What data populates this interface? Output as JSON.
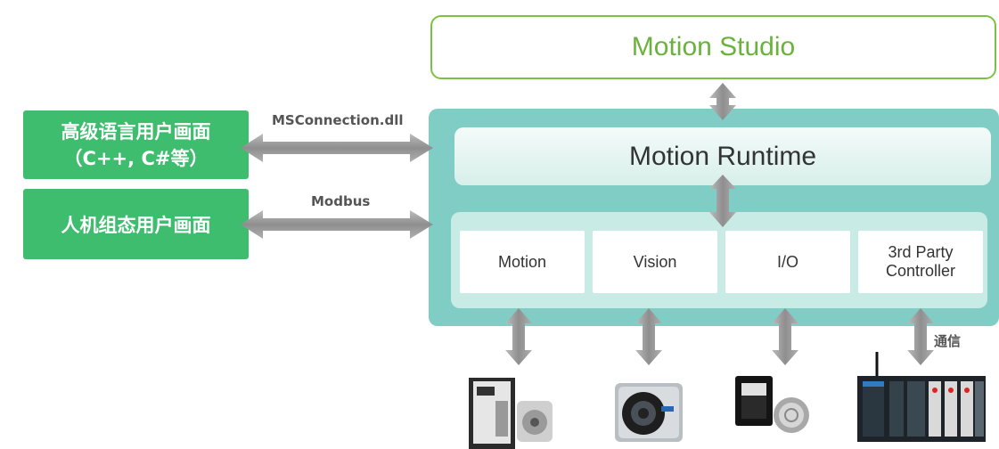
{
  "top": {
    "studio_label": "Motion Studio"
  },
  "runtime": {
    "title": "Motion Runtime",
    "modules": [
      {
        "label": "Motion"
      },
      {
        "label": "Vision"
      },
      {
        "label": "I/O"
      },
      {
        "label": "3rd Party\nController"
      }
    ]
  },
  "left": {
    "box1": "高级语言用户画面\n（C++, C#等）",
    "box2": "人机组态用户画面"
  },
  "connections": {
    "dll_label": "MSConnection.dll",
    "modbus_label": "Modbus",
    "comm_label": "通信"
  },
  "devices": [
    {
      "name": "servo-drive-and-motor"
    },
    {
      "name": "industrial-camera"
    },
    {
      "name": "switches"
    },
    {
      "name": "plc-controller"
    }
  ],
  "colors": {
    "green_box": "#3fbd6f",
    "studio_border": "#7cc242",
    "panel": "#7fcdc4",
    "arrow": "#9b9b9b"
  }
}
